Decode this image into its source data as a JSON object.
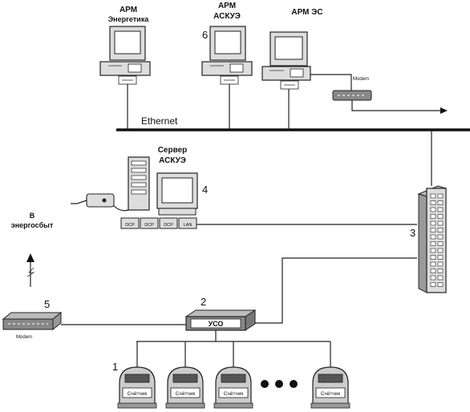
{
  "workstations": {
    "energetic": {
      "line1": "АРМ",
      "line2": "Энергетика"
    },
    "askue": {
      "line1": "АРМ",
      "line2": "АСКУЭ",
      "num": "6"
    },
    "es": {
      "line1": "АРМ ЭС"
    }
  },
  "network": {
    "ethernet": "Ethernet"
  },
  "modem_top": {
    "label": "Modem"
  },
  "server": {
    "line1": "Сервер",
    "line2": "АСКУЭ",
    "num": "4",
    "ports": [
      "DCP",
      "DCP",
      "DCP",
      "LAN"
    ]
  },
  "energosbyt": {
    "line1": "В",
    "line2": "энергосбыт"
  },
  "modem_bottom": {
    "label": "Modem",
    "num": "5"
  },
  "uso": {
    "label": "УСО",
    "num": "2"
  },
  "switch": {
    "num": "3"
  },
  "meters": {
    "num": "1",
    "label": "Счётчик"
  },
  "colors": {
    "line": "#222222",
    "device": "#d8d8d8",
    "screen": "#ffffff"
  },
  "icons": [
    "computer-icon",
    "modem-icon",
    "server-tower-icon",
    "uso-device-icon",
    "switch-panel-icon",
    "meter-icon",
    "antenna-icon"
  ]
}
